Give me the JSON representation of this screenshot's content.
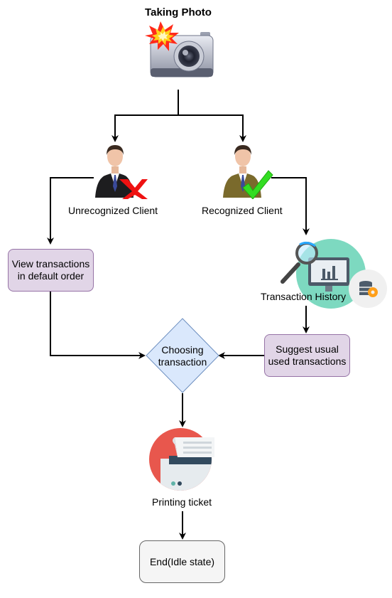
{
  "title": "Taking Photo",
  "nodes": {
    "unrecognized": "Unrecognized Client",
    "recognized": "Recognized Client",
    "view_default": "View transactions in default order",
    "history": "Transaction History",
    "choosing": "Choosing transaction",
    "suggest": "Suggest usual used transactions",
    "printing": "Printing ticket",
    "end": "End(Idle state)"
  },
  "icons": {
    "camera": "camera-flash-icon",
    "unrecognized_person": "businessman-red-x-icon",
    "recognized_person": "businessman-green-check-icon",
    "history": "magnifier-monitor-chart-database-icon",
    "printer": "ticket-printer-icon"
  },
  "colors": {
    "purple_fill": "#e1d5e7",
    "purple_stroke": "#9673a6",
    "diamond_fill": "#dae8fc",
    "diamond_stroke": "#6c8ebf",
    "end_fill": "#f5f5f5",
    "end_stroke": "#666666",
    "history_circle": "#7dd9c0",
    "printer_circle": "#e8574d"
  }
}
